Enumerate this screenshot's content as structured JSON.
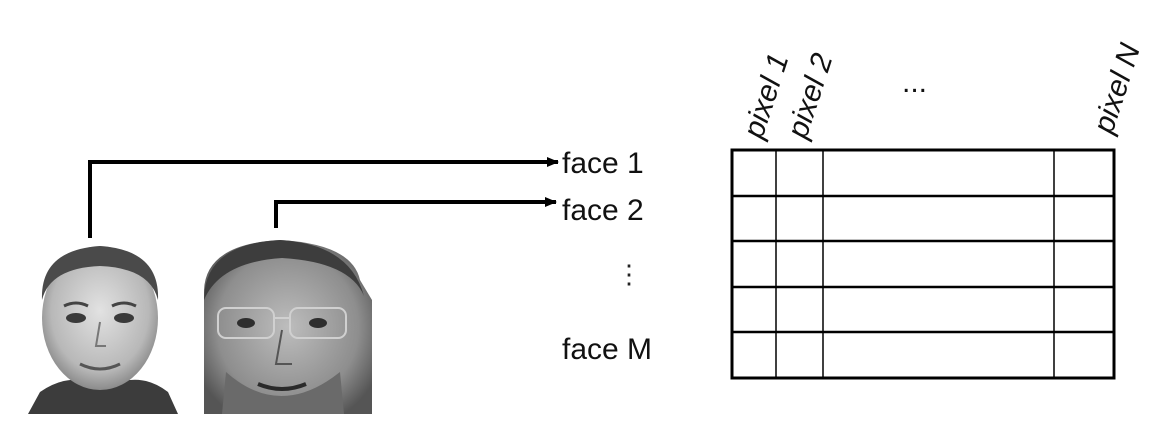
{
  "rows": {
    "face_1": "face 1",
    "face_2": "face 2",
    "vertical_ellipsis": "⋮",
    "face_m": "face M"
  },
  "columns": {
    "pixel_1": "pixel 1",
    "pixel_2": "pixel 2",
    "horizontal_ellipsis": "...",
    "pixel_n": "pixel N"
  },
  "colors": {
    "line": "#000000",
    "skin_light": "#c9c9c9",
    "skin_dark": "#9a9a9a"
  }
}
